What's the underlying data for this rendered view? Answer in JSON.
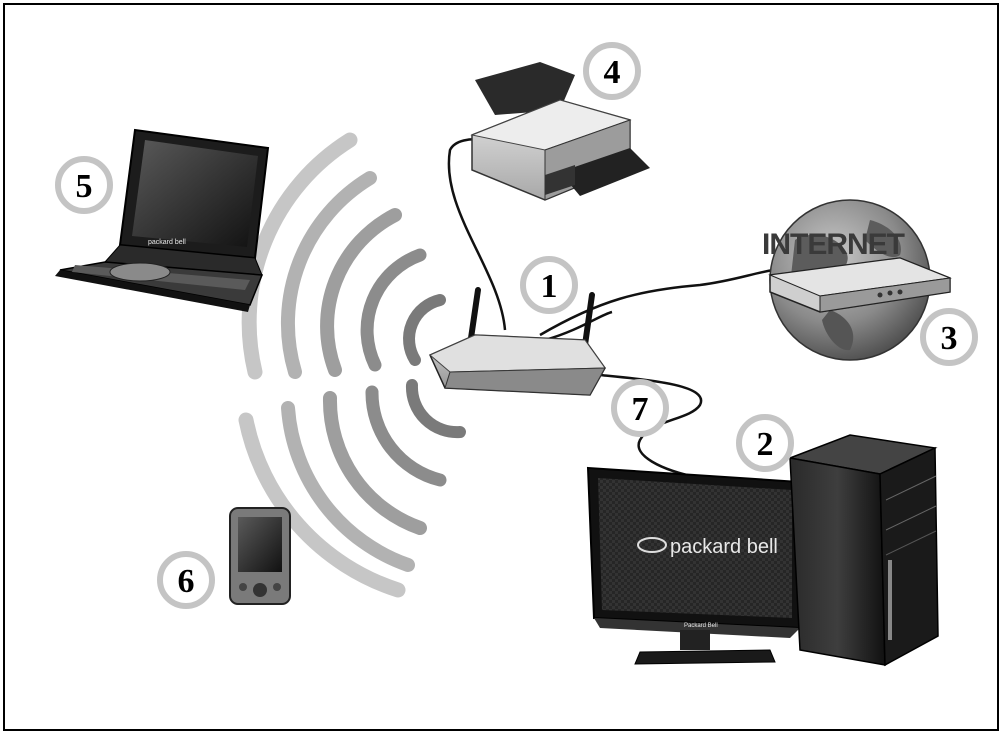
{
  "diagram": {
    "internet_label": "INTERNET",
    "brand_label": "packard bell",
    "laptop_brand_label": "packard bell",
    "stand_brand_label": "Packard Bell",
    "badges": [
      {
        "id": "router",
        "number": "1"
      },
      {
        "id": "desktop",
        "number": "2"
      },
      {
        "id": "internet",
        "number": "3"
      },
      {
        "id": "printer",
        "number": "4"
      },
      {
        "id": "laptop",
        "number": "5"
      },
      {
        "id": "pda",
        "number": "6"
      },
      {
        "id": "cable",
        "number": "7"
      }
    ]
  }
}
